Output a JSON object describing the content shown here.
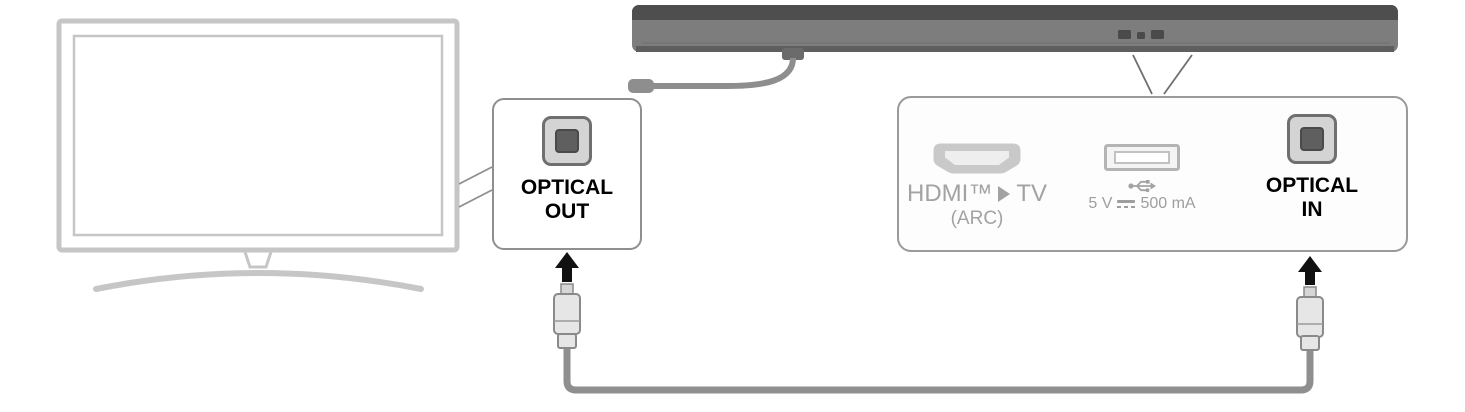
{
  "optical_out": {
    "line1": "OPTICAL",
    "line2": "OUT"
  },
  "panel": {
    "hdmi": {
      "name": "HDMI™",
      "target": "TV",
      "sub": "(ARC)"
    },
    "usb": {
      "volts": "5 V",
      "current": "500 mA"
    },
    "optical_in": {
      "line1": "OPTICAL",
      "line2": "IN"
    }
  },
  "icons": {
    "optical_port": "square-optical-port",
    "hdmi_port": "hdmi-connector",
    "usb_port": "usb-a-port",
    "usb_symbol": "usb-trident",
    "dc_symbol": "direct-current",
    "hdmi_arrow": "right-pointing-triangle",
    "up_arrow": "black-up-arrow",
    "plug": "optical-cable-plug"
  },
  "colors": {
    "outline_light": "#c6c6c6",
    "soundbar_body": "#7d7d7d",
    "soundbar_top": "#4e4e4e",
    "cable": "#8f8f8f",
    "muted_text": "#a2a2a2",
    "active_text": "#000000"
  }
}
